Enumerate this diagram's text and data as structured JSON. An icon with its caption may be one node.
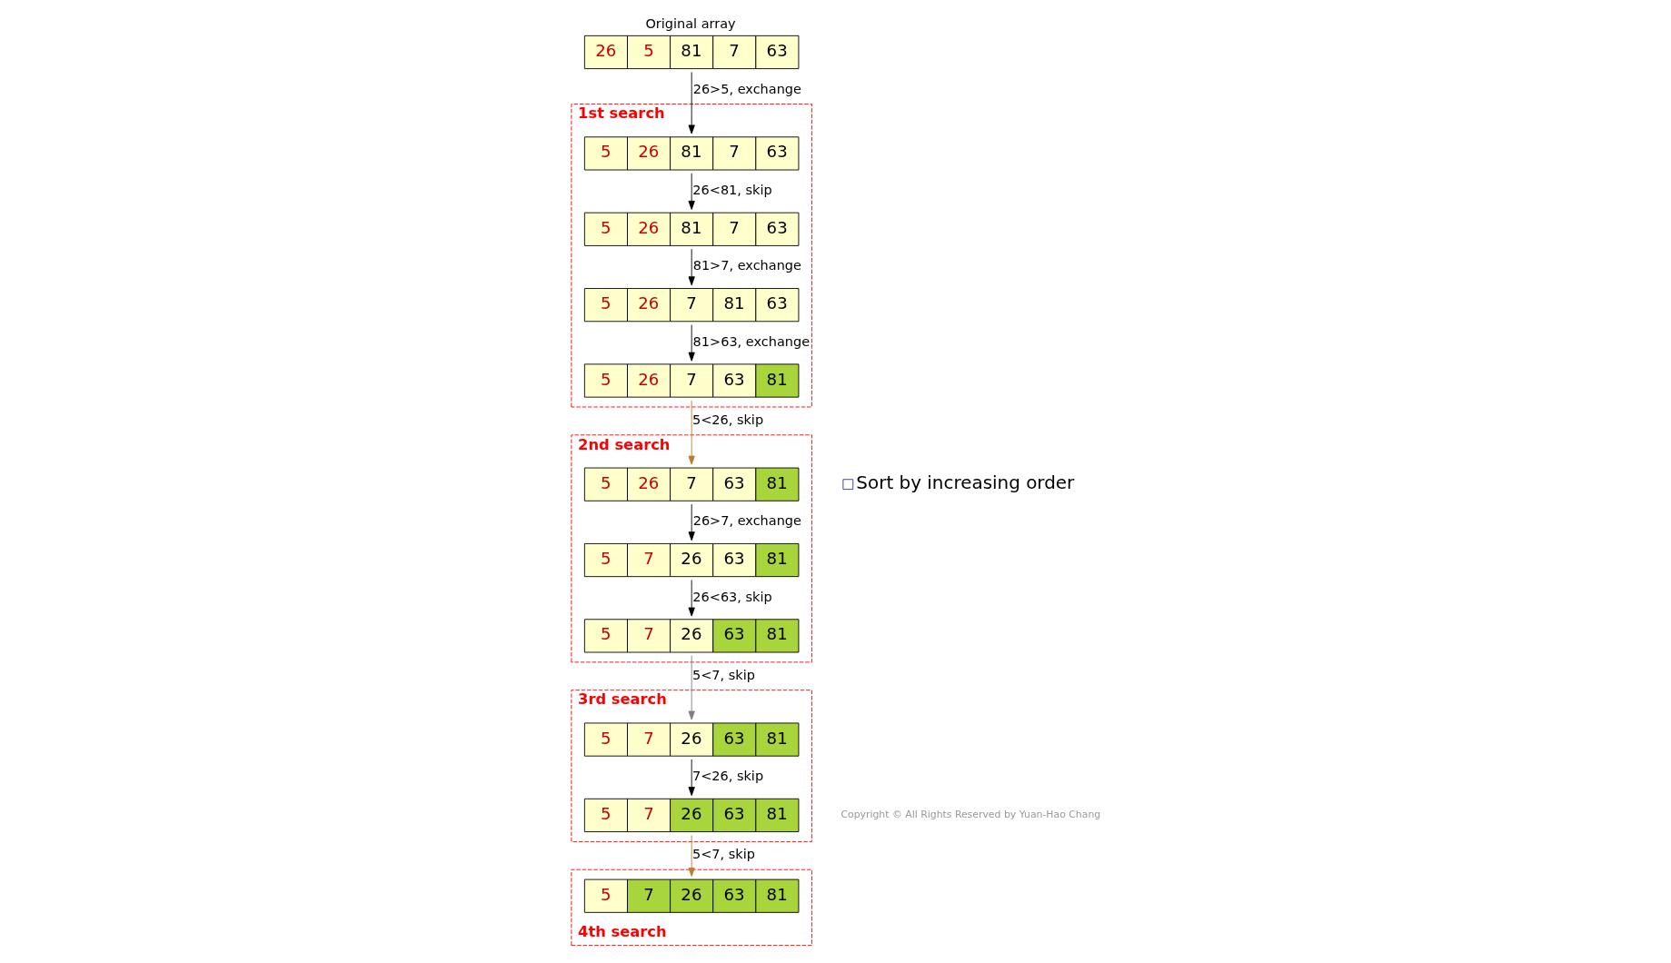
{
  "diagram": {
    "nodes": [
      {
        "text": [
          "26",
          "5",
          "81",
          "7",
          "63"
        ],
        "beside": [
          "Original array"
        ]
      },
      {
        "text": [
          "1st search"
        ]
      },
      {
        "text": [
          "5",
          "26",
          "81",
          "7",
          "63"
        ],
        "in": 1
      },
      {
        "text": [
          "5",
          "26",
          "81",
          "7",
          "63"
        ],
        "in": 1
      },
      {
        "text": [
          "5",
          "26",
          "7",
          "81",
          "63"
        ],
        "in": 1
      },
      {
        "text": [
          "5",
          "26",
          "7",
          "63",
          "81"
        ],
        "in": 1
      },
      {
        "text": [
          "2nd search"
        ]
      },
      {
        "text": [
          "5",
          "26",
          "7",
          "63",
          "81"
        ],
        "in": 6
      },
      {
        "text": [
          "5",
          "7",
          "26",
          "63",
          "81"
        ],
        "in": 6
      },
      {
        "text": [
          "5",
          "7",
          "26",
          "63",
          "81"
        ],
        "in": 6
      },
      {
        "text": [
          "3rd search"
        ]
      },
      {
        "text": [
          "5",
          "7",
          "26",
          "63",
          "81"
        ],
        "in": 10
      },
      {
        "text": [
          "5",
          "7",
          "26",
          "63",
          "81"
        ],
        "in": 10
      },
      {
        "text": [
          "4th search"
        ]
      },
      {
        "text": [
          "5",
          "7",
          "26",
          "63",
          "81"
        ],
        "in": 13
      }
    ],
    "edges": [
      {
        "from": 0,
        "to": 2,
        "arrow": "to",
        "label": "26>5, exchange"
      },
      {
        "from": 2,
        "to": 3,
        "arrow": "to",
        "label": "26<81, skip"
      },
      {
        "from": 3,
        "to": 4,
        "arrow": "to",
        "label": "81>7, exchange"
      },
      {
        "from": 4,
        "to": 5,
        "arrow": "to",
        "label": "81>63, exchange"
      },
      {
        "from": 5,
        "to": 7,
        "arrow": "to",
        "label": "5<26, skip",
        "color": "#c07a30"
      },
      {
        "from": 7,
        "to": 8,
        "arrow": "to",
        "label": "26>7, exchange"
      },
      {
        "from": 8,
        "to": 9,
        "arrow": "to",
        "label": "26<63, skip"
      },
      {
        "from": 9,
        "to": 11,
        "arrow": "to",
        "label": "5<7, skip",
        "color": "#808080"
      },
      {
        "from": 11,
        "to": 12,
        "arrow": "to",
        "label": "7<26, skip"
      },
      {
        "from": 12,
        "to": 14,
        "arrow": "to",
        "label": "5<7, skip",
        "color": "#c07a30"
      }
    ],
    "labels": [
      "Sort by increasing order",
      "Copyright © All Rights Reserved by Yuan-Hao Chang"
    ]
  }
}
